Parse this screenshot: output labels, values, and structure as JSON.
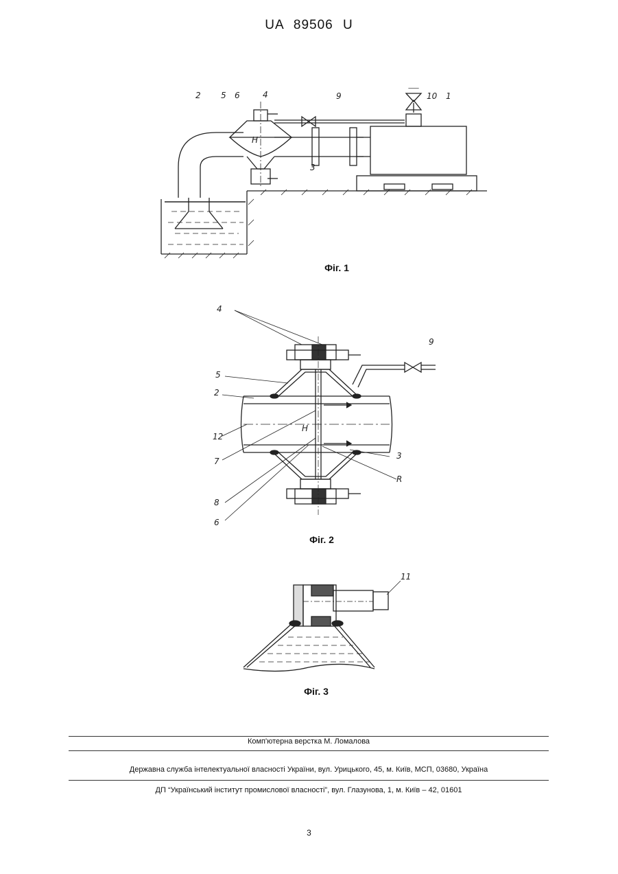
{
  "header": {
    "patent_number": "UA   89506   U"
  },
  "figures": [
    {
      "caption": "Фіг. 1",
      "labels": {
        "l1": "1",
        "l2": "2",
        "l3": "3",
        "l4": "4",
        "l5": "5",
        "l6": "6",
        "l9": "9",
        "l10": "10",
        "lH": "H"
      }
    },
    {
      "caption": "Фіг. 2",
      "labels": {
        "l2": "2",
        "l3": "3",
        "l4": "4",
        "l5": "5",
        "l6": "6",
        "l7": "7",
        "l8": "8",
        "l9": "9",
        "l12": "12",
        "lH": "H",
        "lR": "R"
      }
    },
    {
      "caption": "Фіг. 3",
      "labels": {
        "l11": "11"
      }
    }
  ],
  "footer": {
    "layout_credit": "Комп'ютерна верстка М. Ломалова",
    "agency": "Державна служба інтелектуальної власності України, вул. Урицького, 45, м. Київ, МСП, 03680, Україна",
    "institute": "ДП “Український інститут промислової власності”, вул. Глазунова, 1, м. Київ – 42, 01601"
  },
  "page_number": "3"
}
